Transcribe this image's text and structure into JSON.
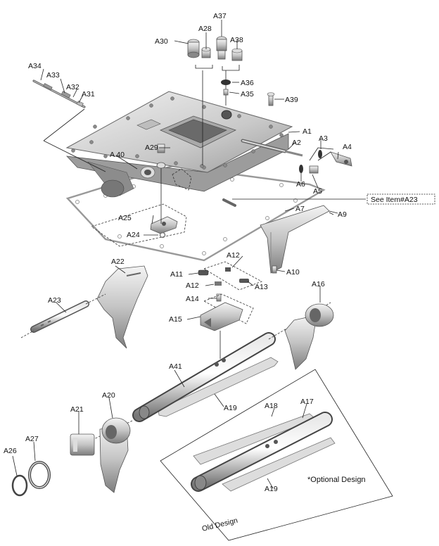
{
  "labels": {
    "a1": "A1",
    "a2": "A2",
    "a3": "A3",
    "a4": "A4",
    "a5": "A5",
    "a6": "A6",
    "a7": "A7",
    "a9": "A9",
    "a10": "A10",
    "a11": "A11",
    "a12a": "A12",
    "a12b": "A12",
    "a13": "A13",
    "a14": "A14",
    "a15": "A15",
    "a16": "A16",
    "a17": "A17",
    "a18": "A18",
    "a19a": "A19",
    "a19b": "A19",
    "a20": "A20",
    "a21": "A21",
    "a22": "A22",
    "a23": "A23",
    "a24": "A24",
    "a25": "A25",
    "a26": "A26",
    "a27": "A27",
    "a28": "A28",
    "a29": "A29",
    "a30": "A30",
    "a31": "A31",
    "a32": "A32",
    "a33": "A33",
    "a34": "A34",
    "a35": "A35",
    "a36": "A36",
    "a37": "A37",
    "a38": "A38",
    "a39": "A39",
    "a40": "A 40",
    "a41": "A41"
  },
  "notes": {
    "see_item": "See Item#A23",
    "optional_design": "*Optional Design",
    "old_design": "Old Design"
  }
}
